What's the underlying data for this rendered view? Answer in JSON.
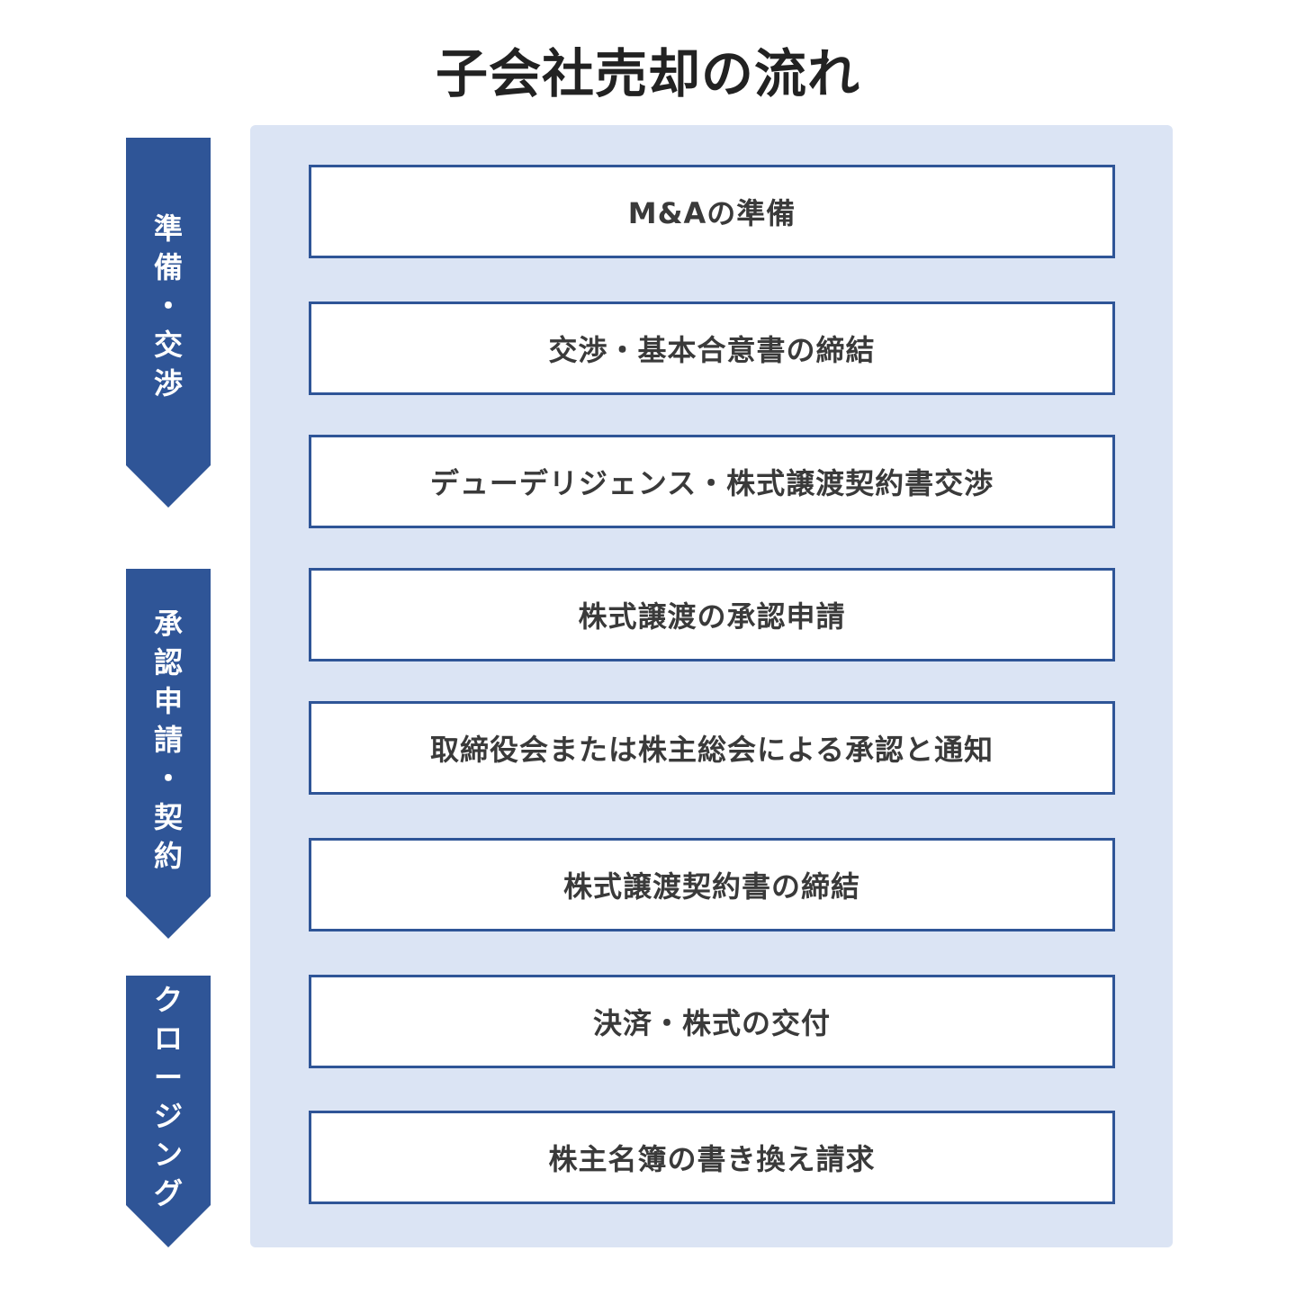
{
  "title": "子会社売却の流れ",
  "colors": {
    "phase_fill": "#2f5597",
    "panel_fill": "#dbe4f4",
    "step_border": "#2f5597",
    "step_text": "#3a3a3a"
  },
  "phases": [
    {
      "label": "準備・交渉",
      "vertical_text": "準\n備\n・\n交\n渉"
    },
    {
      "label": "承認申請・契約",
      "vertical_text": "承\n認\n申\n請\n・\n契\n約"
    },
    {
      "label": "クロージング",
      "vertical_text": "ク\nロ\nー\nジ\nン\nグ"
    }
  ],
  "steps": [
    {
      "label": "M&Aの準備"
    },
    {
      "label": "交渉・基本合意書の締結"
    },
    {
      "label": "デューデリジェンス・株式譲渡契約書交渉"
    },
    {
      "label": "株式譲渡の承認申請"
    },
    {
      "label": "取締役会または株主総会による承認と通知"
    },
    {
      "label": "株式譲渡契約書の締結"
    },
    {
      "label": "決済・株式の交付"
    },
    {
      "label": "株主名簿の書き換え請求"
    }
  ]
}
